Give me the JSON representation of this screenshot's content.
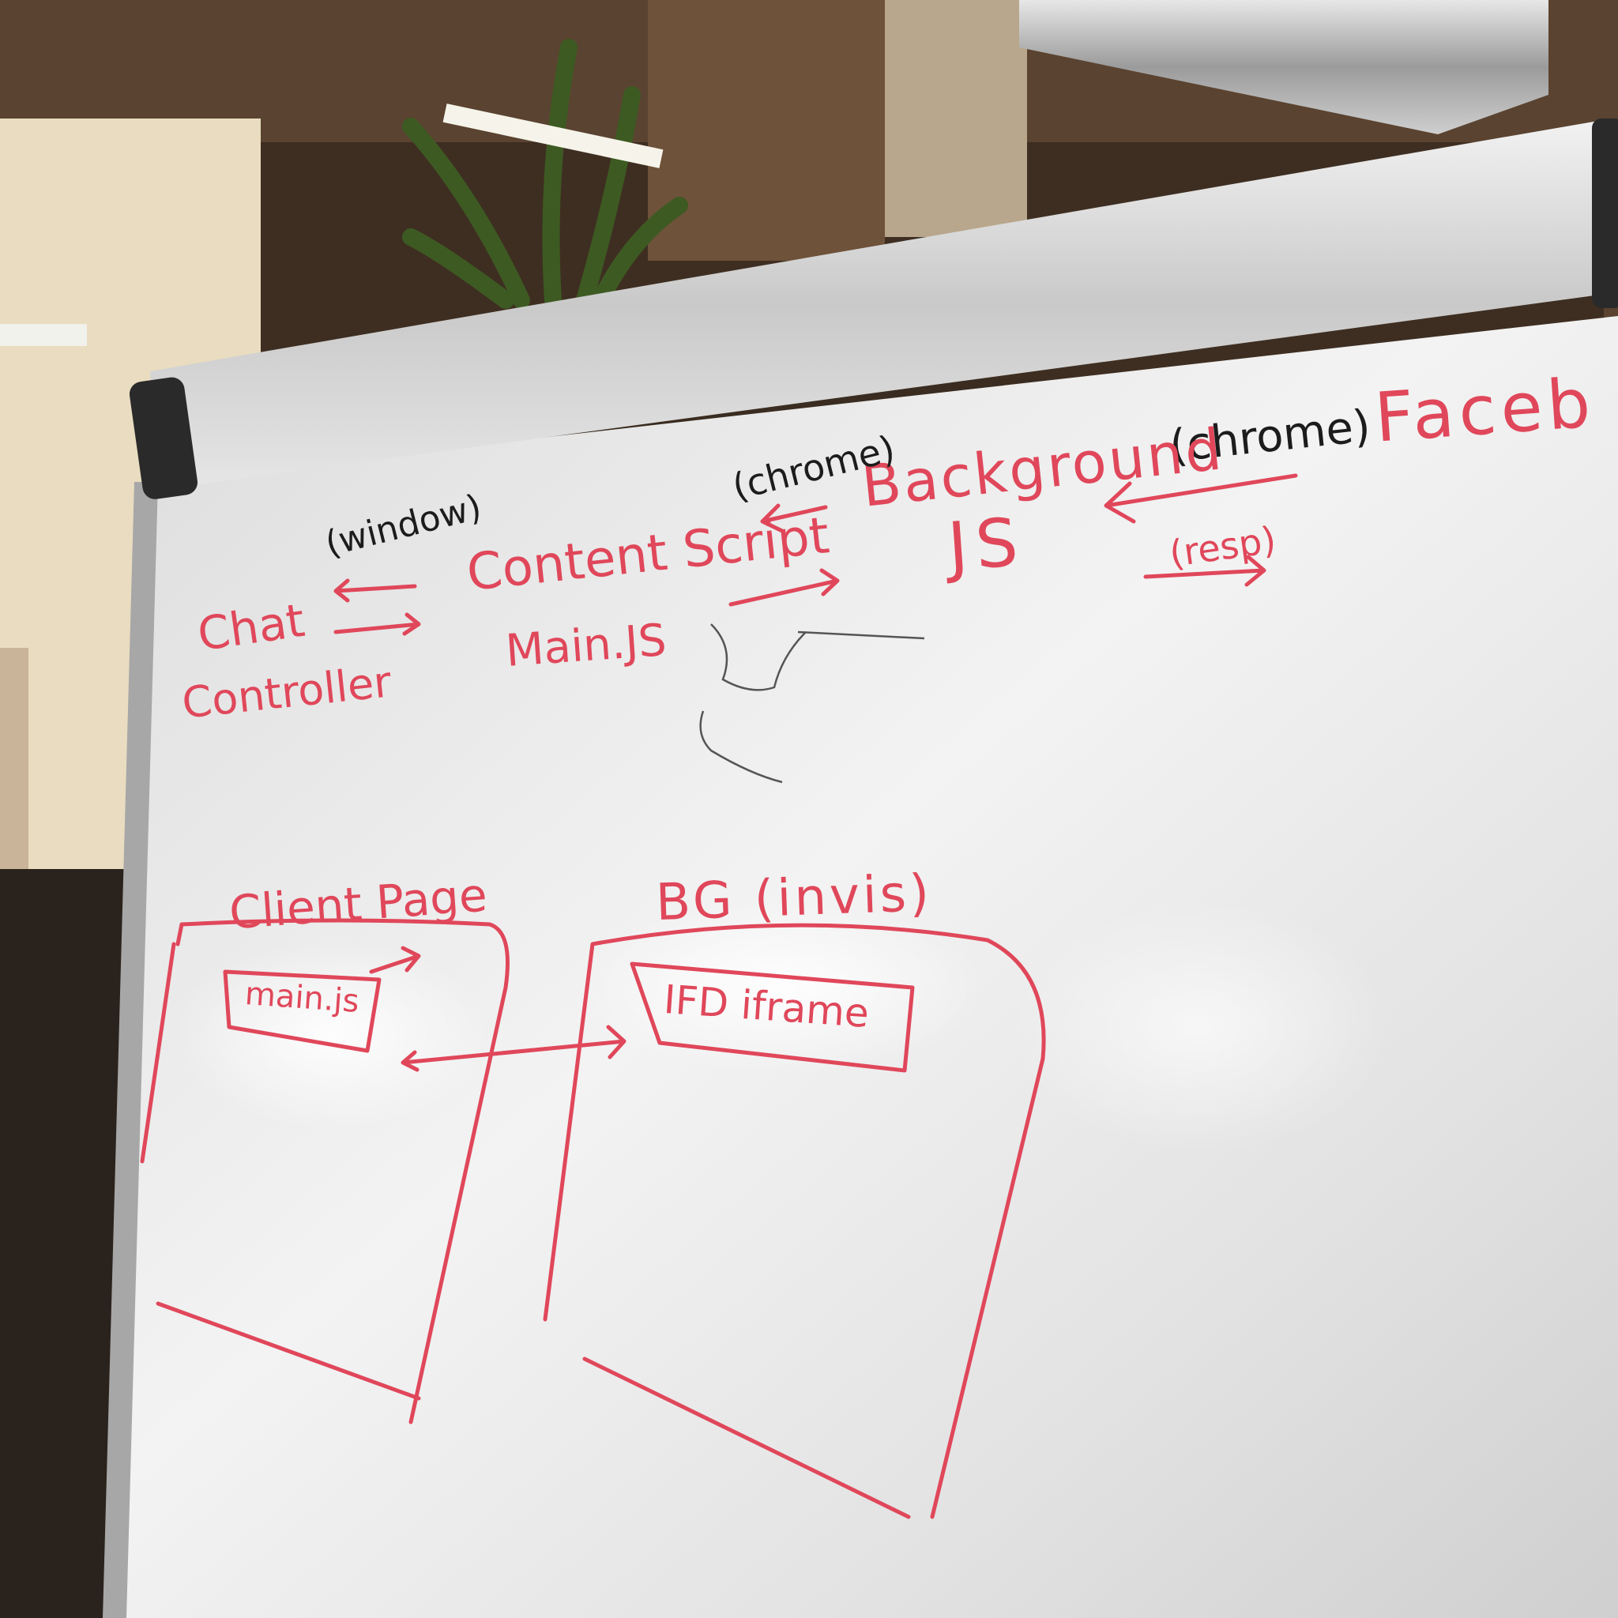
{
  "colors": {
    "marker_red": "#e0475a",
    "marker_black": "#1c1c1c",
    "board_white": "#ececec",
    "ceiling_wood": "#5a4330",
    "wall_cream": "#e9dcc0"
  },
  "board": {
    "top_labels": {
      "facebook": "Faceb",
      "chrome_right": "(chrome)",
      "background": "Background",
      "js": "JS",
      "chrome_left": "(chrome)",
      "content_script": "Content Script",
      "main_js": "Main.JS",
      "window": "(window)",
      "chat": "Chat",
      "controller": "Controller",
      "resp": "(resp)"
    },
    "bottom_labels": {
      "client_page": "Client Page",
      "bg_invis": "BG (invis)",
      "main_js_box": "main.js",
      "ifd_iframe": "IFD iframe"
    }
  },
  "icons": {
    "ceiling_pipe": "duct-pipe",
    "plant": "snake-plant",
    "light": "fluorescent-light"
  }
}
